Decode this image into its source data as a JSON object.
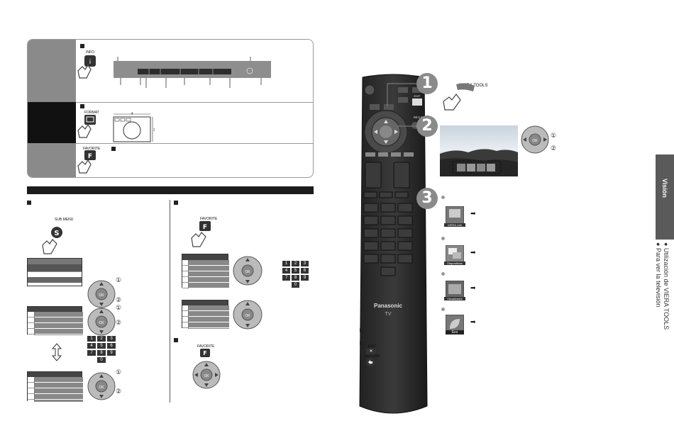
{
  "buttons": {
    "info": "INFO",
    "format": "FORMAT",
    "favorite": "FAVORITE",
    "submenu": "SUB MENU",
    "viera_tools": "VIERA TOOLS",
    "exit": "EXIT",
    "return": "RETURN"
  },
  "keys": {
    "i": "i",
    "s": "S",
    "f": "F",
    "ok": "OK",
    "exit_x": "✕"
  },
  "markers": {
    "one": "①",
    "two": "②"
  },
  "numpad": [
    "1",
    "2",
    "3",
    "4",
    "5",
    "6",
    "7",
    "8",
    "9",
    "0"
  ],
  "steps": [
    "1",
    "2",
    "3"
  ],
  "tools": [
    {
      "label": "VIERA Link"
    },
    {
      "label": "Diapositivas"
    },
    {
      "label": "Visualizador"
    },
    {
      "label": "Eco"
    }
  ],
  "remote": {
    "brand": "Panasonic",
    "model": "TV"
  },
  "side_tab": {
    "label": "Visión",
    "line1": "● Utilización de VIERA TOOLS",
    "line2": "● Para ver la televisión"
  },
  "format_dims": {
    "a": "4",
    "b": "3"
  }
}
